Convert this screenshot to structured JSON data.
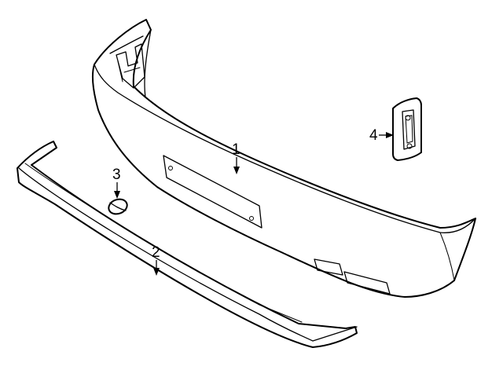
{
  "callouts": [
    {
      "id": "1",
      "part": "bumper-cover"
    },
    {
      "id": "2",
      "part": "lower-valance-strip"
    },
    {
      "id": "3",
      "part": "plug"
    },
    {
      "id": "4",
      "part": "bracket"
    }
  ]
}
